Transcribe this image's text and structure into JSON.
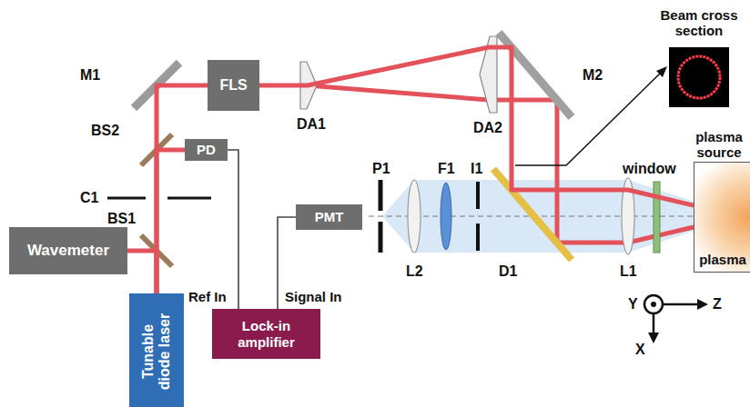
{
  "diagram": {
    "nodes": [
      {
        "text": [
          "FLS"
        ]
      },
      {
        "text": [
          "PD"
        ]
      },
      {
        "text": [
          "plasma source",
          "plasma"
        ]
      },
      {
        "text": [
          "PMT"
        ]
      },
      {
        "text": [
          "Wavemeter"
        ]
      },
      {
        "text": [
          "Tunable diode laser"
        ]
      },
      {
        "text": [
          "Lock-in amplifier"
        ]
      }
    ],
    "edges": [
      {
        "from": 5,
        "to": 4,
        "arrow": "none"
      },
      {
        "from": 5,
        "to": 1,
        "arrow": "none"
      },
      {
        "from": 5,
        "to": 0,
        "arrow": "none"
      },
      {
        "from": 0,
        "to": 2,
        "arrow": "none"
      },
      {
        "from": 1,
        "to": 6,
        "label": "Ref In",
        "arrow": "none"
      },
      {
        "from": 3,
        "to": 6,
        "label": "Signal In",
        "arrow": "none"
      }
    ],
    "labels": [
      "Beam cross section",
      "M1",
      "DA1",
      "DA2",
      "M2",
      "BS2",
      "C1",
      "BS1",
      "P1",
      "L2",
      "F1",
      "I1",
      "D1",
      "L1",
      "window",
      "Y",
      "Z",
      "X"
    ]
  }
}
